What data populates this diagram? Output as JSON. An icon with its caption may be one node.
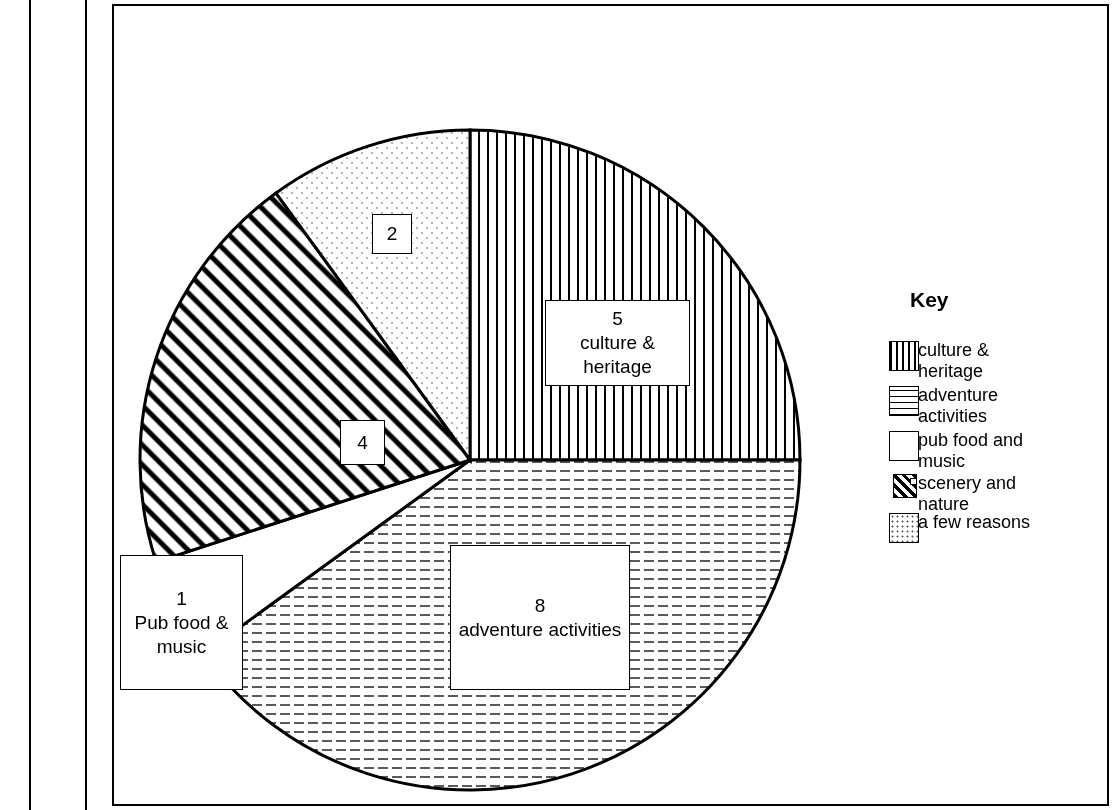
{
  "diagram": {
    "labels": [
      "Key"
    ],
    "chart_data": {
      "type": "pie",
      "categories": [
        "culture & heritage",
        "adventure activities",
        "pub food and music",
        "scenery and nature",
        "a few reasons"
      ],
      "values": [
        5,
        8,
        1,
        4,
        2
      ],
      "value_labels": [
        "5",
        "8",
        "1",
        "4",
        "2"
      ],
      "annotations": [
        {
          "text": "culture & heritage"
        },
        {
          "text": "adventure activities"
        },
        {
          "text": "Pub food & music"
        }
      ],
      "legend": "right"
    }
  }
}
